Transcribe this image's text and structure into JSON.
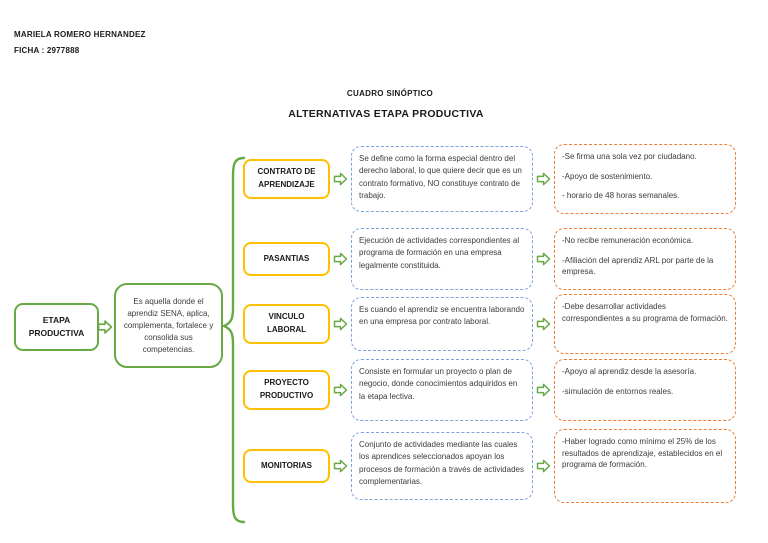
{
  "header": {
    "author": "MARIELA ROMERO HERNANDEZ",
    "ficha": "FICHA : 2977888"
  },
  "titles": {
    "subtitle": "CUADRO SINÓPTICO",
    "title": "ALTERNATIVAS ETAPA PRODUCTIVA"
  },
  "root": {
    "label": "ETAPA PRODUCTIVA",
    "description": "Es aquella donde el aprendiz SENA, aplica, complementa, fortalece y consolida sus competencias."
  },
  "branches": [
    {
      "label": "CONTRATO DE APRENDIZAJE",
      "definition": "Se define como la forma especial dentro del derecho laboral, lo que quiere decir que es un contrato formativo, NO constituye contrato de trabajo.",
      "notes": [
        "-Se firma una sola vez por ciudadano.",
        "-Apoyo de sostenimiento.",
        "- horario de 48 horas semanales."
      ]
    },
    {
      "label": "PASANTIAS",
      "definition": "Ejecución de actividades correspondientes al programa de formación en una empresa legalmente constituida.",
      "notes": [
        "-No recibe remuneración económica.",
        "-Afiliación del aprendiz ARL por parte de la empresa."
      ]
    },
    {
      "label": "VINCULO LABORAL",
      "definition": "Es cuando el aprendiz se encuentra laborando en una empresa por contrato laboral.",
      "notes": [
        "-Debe desarrollar actividades correspondientes a su programa de formación."
      ]
    },
    {
      "label": "PROYECTO PRODUCTIVO",
      "definition": "Consiste en formular un proyecto o plan de negocio, donde conocimientos adquiridos en la etapa lectiva.",
      "notes": [
        "-Apoyo al aprendiz desde la asesoría.",
        "-simulación de entornos reales."
      ]
    },
    {
      "label": "MONITORIAS",
      "definition": "Conjunto de actividades mediante las cuales los aprendices seleccionados apoyan los procesos de formación a través de actividades complementarias.",
      "notes": [
        "-Haber logrado como mínimo el 25% de los resultados de aprendizaje, establecidos en el programa de formación."
      ]
    }
  ],
  "icons": {
    "arrow": "right-outline-arrow",
    "brace": "left-curly-brace"
  },
  "colors": {
    "green": "#67a945",
    "gold": "#fec000",
    "blue": "#7ba1de",
    "orange": "#ed7d31"
  }
}
